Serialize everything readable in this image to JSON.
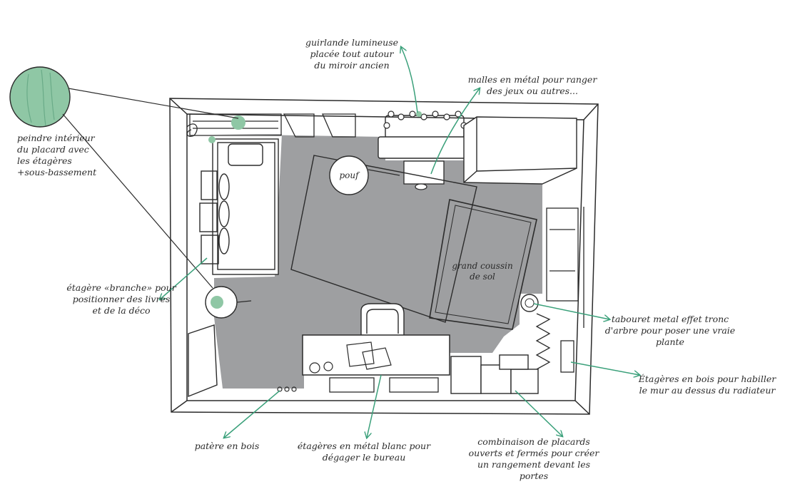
{
  "annotations": {
    "guirlande": "guirlande lumineuse\nplacée tout autour\ndu miroir ancien",
    "malles": "malles en métal pour ranger\ndes jeux ou autres...",
    "peindre": "peindre intérieur\ndu placard avec\nles étagères\n+sous-bassement",
    "etagere_branche": "étagère «branche» pour\npositionner des livres\net de la déco",
    "tabouret": "tabouret metal effet tronc\nd'arbre pour poser une vraie\nplante",
    "etageres_bois": "Étagères en bois pour habiller\nle mur au dessus du radiateur",
    "patere": "patère en bois",
    "etageres_metal": "étagères en métal blanc pour\ndégager le bureau",
    "combinaison": "combinaison de placards\nouverts et fermés pour créer\nun rangement devant les\nportes"
  },
  "labels": {
    "pouf": "pouf",
    "coussin_line1": "grand coussin",
    "coussin_line2": "de sol"
  },
  "colors": {
    "rug": "#9e9fa1",
    "accent": "#3aa07a",
    "swatch": "#8fc7a5",
    "ink": "#2b2b2b"
  }
}
